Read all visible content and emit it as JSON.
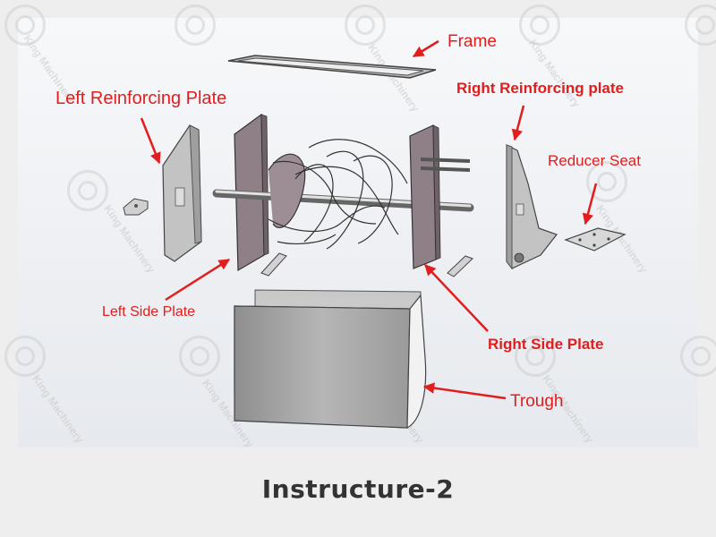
{
  "labels": {
    "frame": "Frame",
    "left_reinforcing_plate": "Left Reinforcing Plate",
    "right_reinforcing_plate": "Right Reinforcing plate",
    "reducer_seat": "Reducer Seat",
    "left_side_plate": "Left Side Plate",
    "right_side_plate": "Right Side Plate",
    "trough": "Trough"
  },
  "watermark": {
    "text": "King Machinery"
  },
  "caption": "Instructure-2",
  "colors": {
    "label": "#e11d1d",
    "caption": "#333333",
    "part_fill": "#b9b8b8",
    "side_plate": "#8f7f86"
  }
}
